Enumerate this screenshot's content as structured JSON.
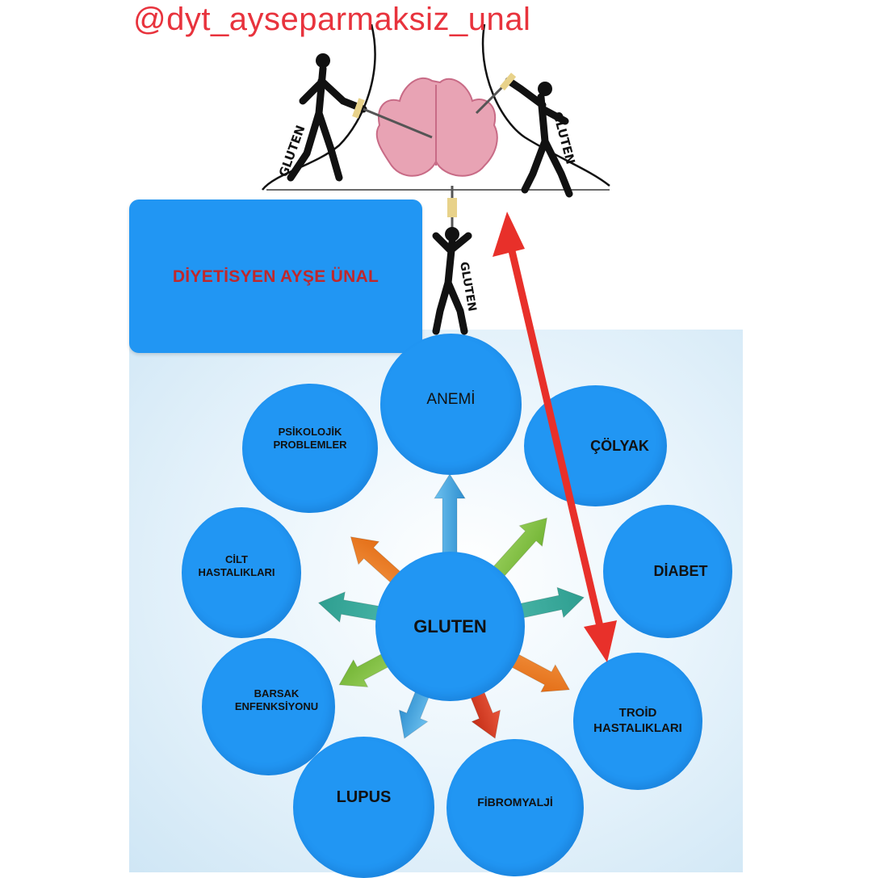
{
  "watermark": {
    "handle": "@dyt_ayseparmaksiz_unal"
  },
  "banner": {
    "label": "DİYETİSYEN AYŞE ÜNAL"
  },
  "illustration": {
    "figure_label": "GLUTEN"
  },
  "center": {
    "label": "GLUTEN"
  },
  "nodes": [
    {
      "id": "anemi",
      "label": "ANEMİ"
    },
    {
      "id": "colyak",
      "label": "ÇÖLYAK"
    },
    {
      "id": "diabet",
      "label": "DİABET"
    },
    {
      "id": "troid",
      "label": "TROİD\nHASTALIKLARI"
    },
    {
      "id": "fibromyalji",
      "label": "FİBROMYALJİ"
    },
    {
      "id": "lupus",
      "label": "LUPUS"
    },
    {
      "id": "barsak",
      "label": "BARSAK\nENFENKSİYONU"
    },
    {
      "id": "cilt",
      "label": "CİLT\nHASTALIKLARI"
    },
    {
      "id": "psikolojik",
      "label": "PSİKOLOJİK\nPROBLEMLER"
    }
  ],
  "colors": {
    "node_fill": "#2196f3",
    "handle_text": "#e8333d",
    "banner_text": "#c0282b",
    "red_arrow": "#e8302a",
    "arrow_blue": "#4aa8e0",
    "arrow_green": "#8cc63f",
    "arrow_teal": "#3bb3a3",
    "arrow_orange": "#ef7d22",
    "arrow_red": "#d9391f"
  }
}
